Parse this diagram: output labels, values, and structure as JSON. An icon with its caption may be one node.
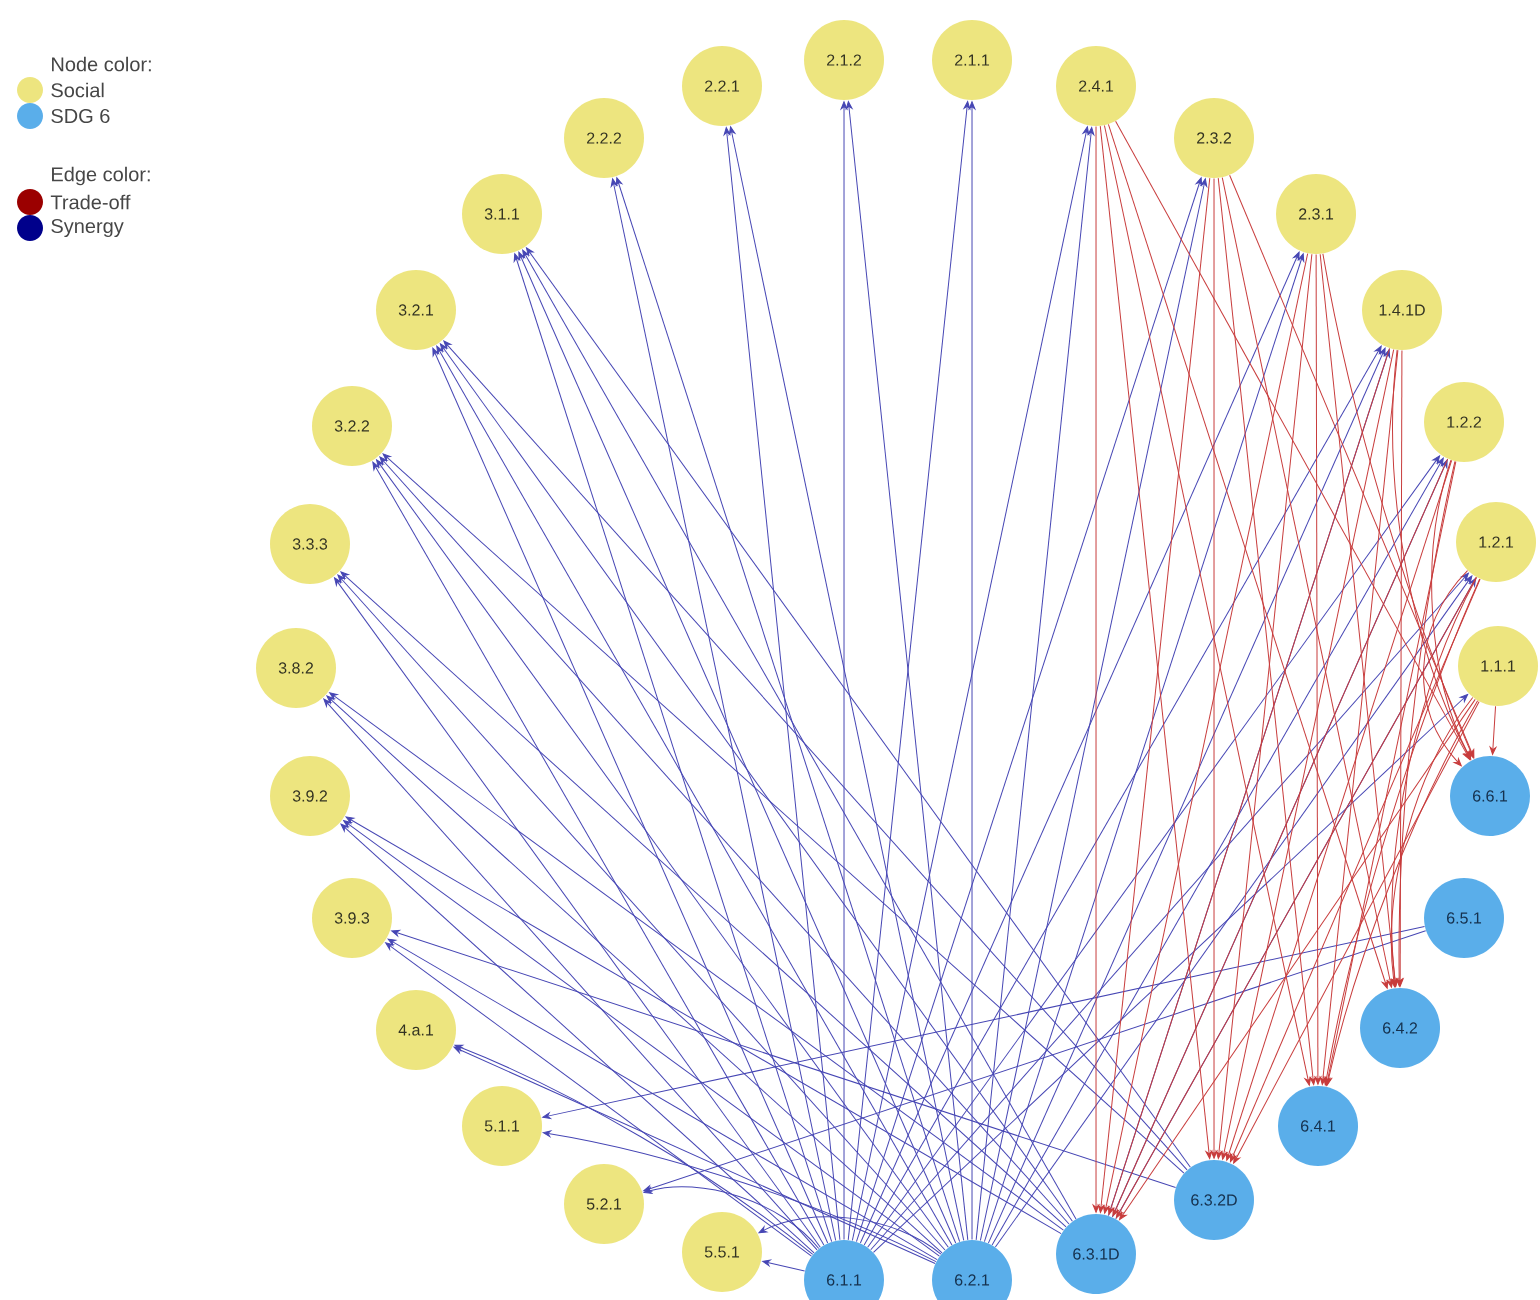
{
  "diagram": {
    "nodes": [
      {
        "text": [
          "2.1.2"
        ]
      },
      {
        "text": [
          "2.1.1"
        ]
      },
      {
        "text": [
          "2.4.1"
        ]
      },
      {
        "text": [
          "2.3.2"
        ]
      },
      {
        "text": [
          "2.3.1"
        ]
      },
      {
        "text": [
          "1.4.1D"
        ]
      },
      {
        "text": [
          "1.2.2"
        ]
      },
      {
        "text": [
          "1.2.1"
        ]
      },
      {
        "text": [
          "1.1.1"
        ]
      },
      {
        "text": [
          "6.6.1"
        ]
      },
      {
        "text": [
          "6.5.1"
        ]
      },
      {
        "text": [
          "6.4.2"
        ]
      },
      {
        "text": [
          "6.4.1"
        ]
      },
      {
        "text": [
          "6.3.2D"
        ]
      },
      {
        "text": [
          "6.3.1D"
        ]
      },
      {
        "text": [
          "6.2.1"
        ]
      },
      {
        "text": [
          "6.1.1"
        ]
      },
      {
        "text": [
          "5.5.1"
        ]
      },
      {
        "text": [
          "5.2.1"
        ]
      },
      {
        "text": [
          "5.1.1"
        ]
      },
      {
        "text": [
          "4.a.1"
        ]
      },
      {
        "text": [
          "3.9.3"
        ]
      },
      {
        "text": [
          "3.9.2"
        ]
      },
      {
        "text": [
          "3.8.2"
        ]
      },
      {
        "text": [
          "3.3.3"
        ]
      },
      {
        "text": [
          "3.2.2"
        ]
      },
      {
        "text": [
          "3.2.1"
        ]
      },
      {
        "text": [
          "3.1.1"
        ]
      },
      {
        "text": [
          "2.2.2"
        ]
      },
      {
        "text": [
          "2.2.1"
        ]
      }
    ],
    "edges": [
      {
        "from": 16,
        "to": 0,
        "arrow": "to"
      },
      {
        "from": 15,
        "to": 0,
        "arrow": "to"
      },
      {
        "from": 15,
        "to": 1,
        "arrow": "to"
      },
      {
        "from": 16,
        "to": 1,
        "arrow": "to"
      },
      {
        "from": 16,
        "to": 29,
        "arrow": "to"
      },
      {
        "from": 15,
        "to": 29,
        "arrow": "to"
      },
      {
        "from": 16,
        "to": 28,
        "arrow": "to"
      },
      {
        "from": 15,
        "to": 28,
        "arrow": "to"
      },
      {
        "from": 16,
        "to": 27,
        "arrow": "to"
      },
      {
        "from": 15,
        "to": 27,
        "arrow": "to"
      },
      {
        "from": 14,
        "to": 27,
        "arrow": "to"
      },
      {
        "from": 13,
        "to": 27,
        "arrow": "to"
      },
      {
        "from": 16,
        "to": 26,
        "arrow": "to"
      },
      {
        "from": 15,
        "to": 26,
        "arrow": "to"
      },
      {
        "from": 14,
        "to": 26,
        "arrow": "to"
      },
      {
        "from": 13,
        "to": 26,
        "arrow": "to"
      },
      {
        "from": 16,
        "to": 25,
        "arrow": "to"
      },
      {
        "from": 15,
        "to": 25,
        "arrow": "to"
      },
      {
        "from": 14,
        "to": 25,
        "arrow": "to"
      },
      {
        "from": 13,
        "to": 25,
        "arrow": "to"
      },
      {
        "from": 16,
        "to": 24,
        "arrow": "to"
      },
      {
        "from": 15,
        "to": 24,
        "arrow": "to"
      },
      {
        "from": 14,
        "to": 24,
        "arrow": "to"
      },
      {
        "from": 16,
        "to": 23,
        "arrow": "to"
      },
      {
        "from": 15,
        "to": 23,
        "arrow": "to"
      },
      {
        "from": 14,
        "to": 23,
        "arrow": "to"
      },
      {
        "from": 16,
        "to": 22,
        "arrow": "to"
      },
      {
        "from": 15,
        "to": 22,
        "arrow": "to"
      },
      {
        "from": 14,
        "to": 22,
        "arrow": "to"
      },
      {
        "from": 16,
        "to": 21,
        "arrow": "to"
      },
      {
        "from": 15,
        "to": 21,
        "arrow": "to"
      },
      {
        "from": 13,
        "to": 21,
        "arrow": "to"
      },
      {
        "from": 16,
        "to": 20,
        "arrow": "to"
      },
      {
        "from": 15,
        "to": 20,
        "arrow": "to"
      },
      {
        "from": 15,
        "to": 19,
        "arrow": "to"
      },
      {
        "from": 10,
        "to": 19,
        "arrow": "to"
      },
      {
        "from": 16,
        "to": 18,
        "arrow": "to"
      },
      {
        "from": 10,
        "to": 18,
        "arrow": "to"
      },
      {
        "from": 16,
        "to": 17,
        "arrow": "to"
      },
      {
        "from": 15,
        "to": 17,
        "arrow": "to"
      },
      {
        "from": 16,
        "to": 2,
        "arrow": "to"
      },
      {
        "from": 15,
        "to": 2,
        "arrow": "to"
      },
      {
        "from": 16,
        "to": 3,
        "arrow": "to"
      },
      {
        "from": 15,
        "to": 3,
        "arrow": "to"
      },
      {
        "from": 16,
        "to": 4,
        "arrow": "to"
      },
      {
        "from": 15,
        "to": 4,
        "arrow": "to"
      },
      {
        "from": 16,
        "to": 5,
        "arrow": "to"
      },
      {
        "from": 15,
        "to": 5,
        "arrow": "to"
      },
      {
        "from": 14,
        "to": 5,
        "arrow": "to"
      },
      {
        "from": 16,
        "to": 6,
        "arrow": "to"
      },
      {
        "from": 15,
        "to": 6,
        "arrow": "to"
      },
      {
        "from": 14,
        "to": 6,
        "arrow": "to"
      },
      {
        "from": 16,
        "to": 7,
        "arrow": "to"
      },
      {
        "from": 15,
        "to": 7,
        "arrow": "to"
      },
      {
        "from": 14,
        "to": 7,
        "arrow": "to"
      },
      {
        "from": 16,
        "to": 8,
        "arrow": "to"
      },
      {
        "from": 2,
        "to": 9,
        "arrow": "to",
        "color": "#c83c3c"
      },
      {
        "from": 2,
        "to": 11,
        "arrow": "to",
        "color": "#c83c3c"
      },
      {
        "from": 2,
        "to": 12,
        "arrow": "to",
        "color": "#c83c3c"
      },
      {
        "from": 2,
        "to": 13,
        "arrow": "to",
        "color": "#c83c3c"
      },
      {
        "from": 2,
        "to": 14,
        "arrow": "to",
        "color": "#c83c3c"
      },
      {
        "from": 3,
        "to": 9,
        "arrow": "to",
        "color": "#c83c3c"
      },
      {
        "from": 3,
        "to": 11,
        "arrow": "to",
        "color": "#c83c3c"
      },
      {
        "from": 3,
        "to": 12,
        "arrow": "to",
        "color": "#c83c3c"
      },
      {
        "from": 3,
        "to": 13,
        "arrow": "to",
        "color": "#c83c3c"
      },
      {
        "from": 3,
        "to": 14,
        "arrow": "to",
        "color": "#c83c3c"
      },
      {
        "from": 4,
        "to": 9,
        "arrow": "to",
        "color": "#c83c3c"
      },
      {
        "from": 4,
        "to": 11,
        "arrow": "to",
        "color": "#c83c3c"
      },
      {
        "from": 4,
        "to": 12,
        "arrow": "to",
        "color": "#c83c3c"
      },
      {
        "from": 4,
        "to": 13,
        "arrow": "to",
        "color": "#c83c3c"
      },
      {
        "from": 4,
        "to": 14,
        "arrow": "to",
        "color": "#c83c3c"
      },
      {
        "from": 5,
        "to": 9,
        "arrow": "to",
        "color": "#c83c3c"
      },
      {
        "from": 5,
        "to": 11,
        "arrow": "to",
        "color": "#c83c3c"
      },
      {
        "from": 5,
        "to": 12,
        "arrow": "to",
        "color": "#c83c3c"
      },
      {
        "from": 5,
        "to": 13,
        "arrow": "to",
        "color": "#c83c3c"
      },
      {
        "from": 5,
        "to": 14,
        "arrow": "to",
        "color": "#c83c3c"
      },
      {
        "from": 6,
        "to": 9,
        "arrow": "to",
        "color": "#c83c3c"
      },
      {
        "from": 6,
        "to": 11,
        "arrow": "to",
        "color": "#c83c3c"
      },
      {
        "from": 6,
        "to": 12,
        "arrow": "to",
        "color": "#c83c3c"
      },
      {
        "from": 6,
        "to": 13,
        "arrow": "to",
        "color": "#c83c3c"
      },
      {
        "from": 6,
        "to": 14,
        "arrow": "to",
        "color": "#c83c3c"
      },
      {
        "from": 7,
        "to": 9,
        "arrow": "to",
        "color": "#c83c3c"
      },
      {
        "from": 7,
        "to": 11,
        "arrow": "to",
        "color": "#c83c3c"
      },
      {
        "from": 7,
        "to": 12,
        "arrow": "to",
        "color": "#c83c3c"
      },
      {
        "from": 7,
        "to": 13,
        "arrow": "to",
        "color": "#c83c3c"
      },
      {
        "from": 7,
        "to": 14,
        "arrow": "to",
        "color": "#c83c3c"
      },
      {
        "from": 8,
        "to": 9,
        "arrow": "to",
        "color": "#c83c3c"
      },
      {
        "from": 8,
        "to": 11,
        "arrow": "to",
        "color": "#c83c3c"
      },
      {
        "from": 8,
        "to": 12,
        "arrow": "to",
        "color": "#c83c3c"
      },
      {
        "from": 8,
        "to": 13,
        "arrow": "to",
        "color": "#c83c3c"
      },
      {
        "from": 8,
        "to": 14,
        "arrow": "to",
        "color": "#c83c3c"
      }
    ],
    "labels": [
      "Node color:",
      "Edge color:"
    ],
    "legend": [
      {
        "text": "Social",
        "color": "#ede57f"
      },
      {
        "text": "SDG 6",
        "color": "#5aaeea"
      },
      {
        "text": "Trade-off",
        "color": "#9b0000"
      },
      {
        "text": "Synergy",
        "color": "#00008b"
      }
    ]
  }
}
